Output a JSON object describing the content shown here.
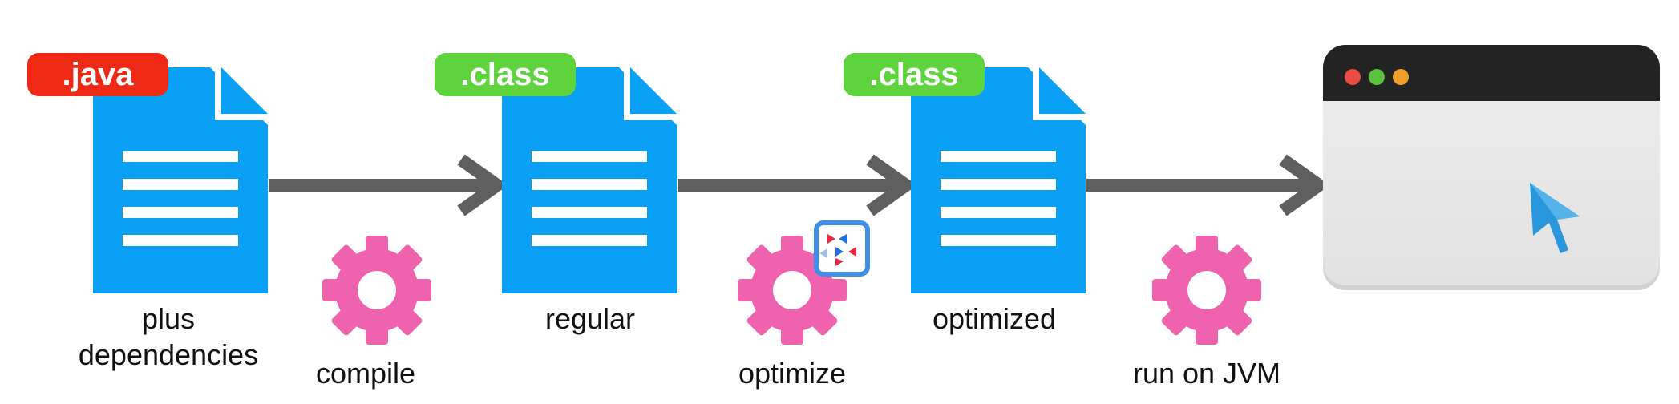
{
  "colors": {
    "document": "#0aa0f5",
    "arrow": "#5f5f5f",
    "gear": "#ef62ad",
    "java_badge": "#ee2a16",
    "class_badge": "#5fd33e",
    "window_titlebar": "#232323",
    "window_body": "#e8e8e8",
    "cursor": "#2a97dd"
  },
  "stages": [
    {
      "badge": ".java",
      "badge_color": "java_badge",
      "caption_line1": "plus",
      "caption_line2": "dependencies"
    },
    {
      "badge": ".class",
      "badge_color": "class_badge",
      "caption_line1": "regular"
    },
    {
      "badge": ".class",
      "badge_color": "class_badge",
      "caption_line1": "optimized"
    }
  ],
  "steps": [
    {
      "label": "compile",
      "icon": "gear-icon"
    },
    {
      "label": "optimize",
      "icon": "gear-icon",
      "extra_icon": "optimizer-logo-icon"
    },
    {
      "label": "run on JVM",
      "icon": "gear-icon"
    }
  ],
  "result": {
    "icon": "app-window-icon",
    "pointer": "mouse-cursor-icon"
  }
}
